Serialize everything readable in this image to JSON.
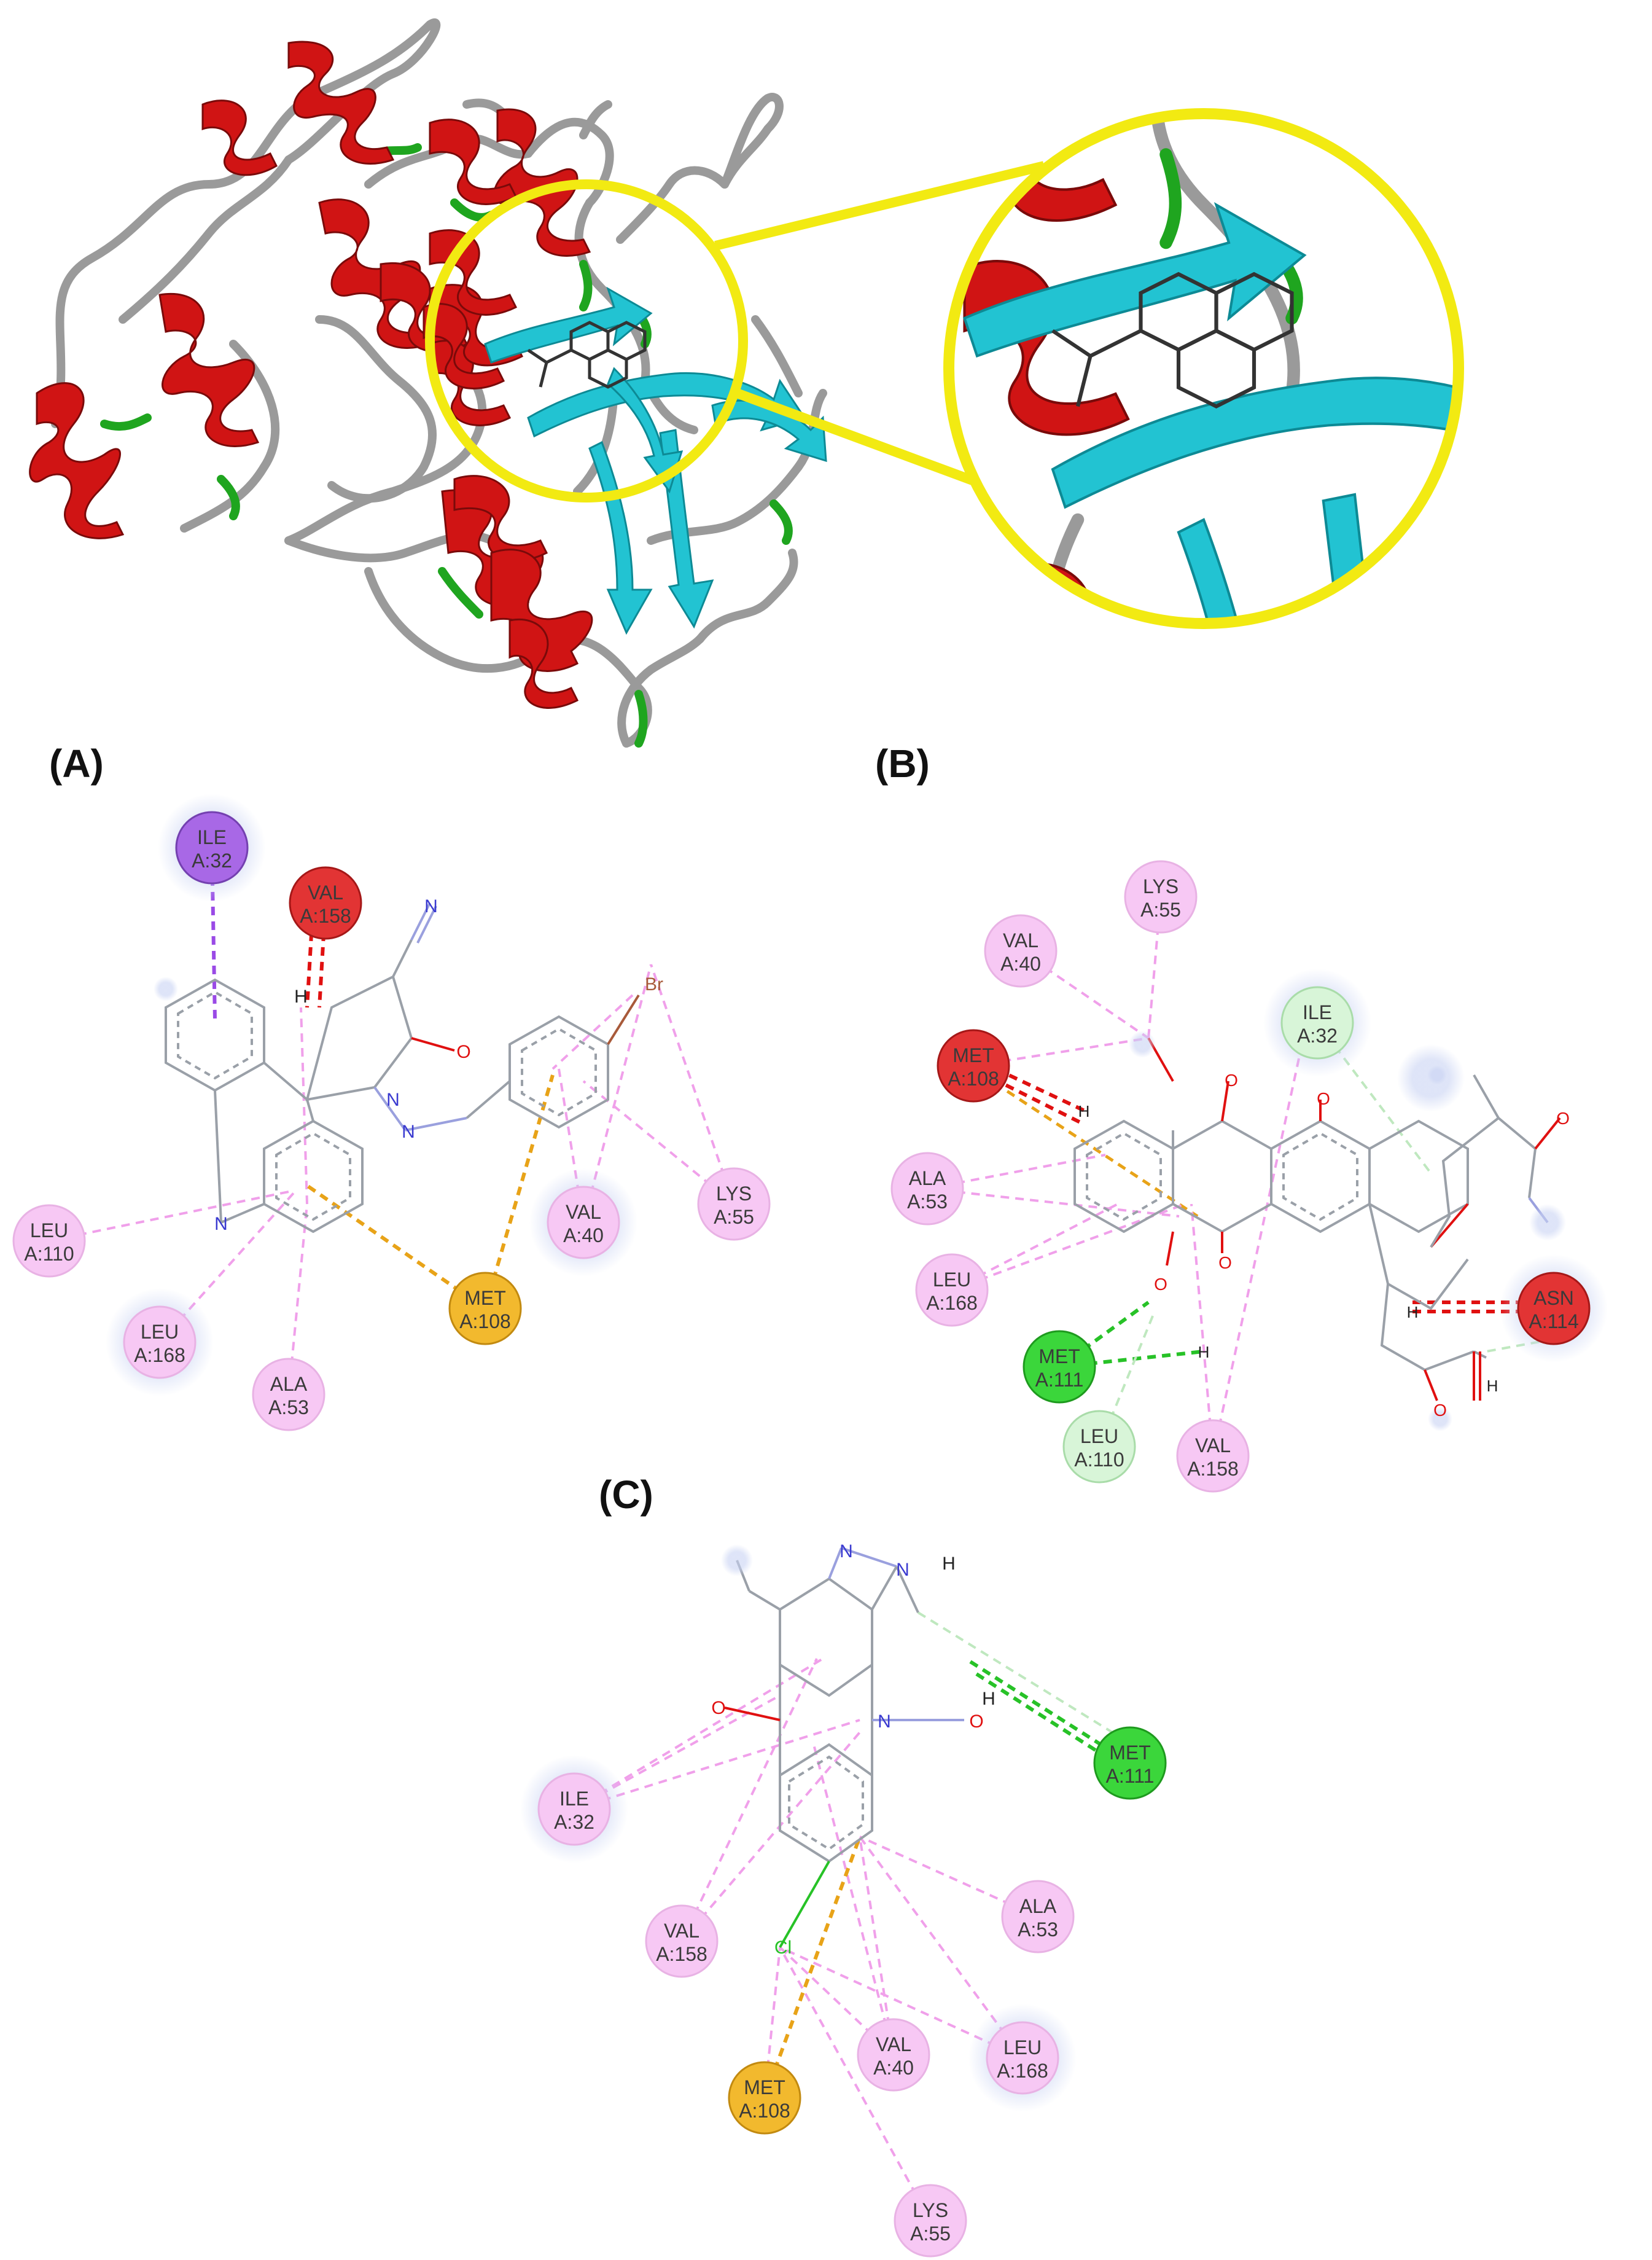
{
  "panel_labels": {
    "a": "(A)",
    "b": "(B)",
    "c": "(C)"
  },
  "colors": {
    "helix": "#d01414",
    "sheet": "#22c3d2",
    "coil": "#9a9a9a",
    "turn": "#1fa51f",
    "zoom_ring": "#f2ea12",
    "pink_res": "#f7c8f4",
    "red_res": "#e23434",
    "green_res": "#3bd63b",
    "pale_green_res": "#d8f5d8",
    "orange_res": "#f2b92e",
    "purple_res": "#a868e6",
    "hbond": "#27c227",
    "pi_alkyl": "#f0a0ea",
    "pi_sulfur": "#e8a318",
    "unfavorable": "#e01010",
    "pi_sigma": "#9a4ae6"
  },
  "panel_a": {
    "residues": [
      {
        "l1": "ILE",
        "l2": "A:32",
        "kind": "purple"
      },
      {
        "l1": "VAL",
        "l2": "A:158",
        "kind": "red"
      },
      {
        "l1": "LEU",
        "l2": "A:110",
        "kind": "pink"
      },
      {
        "l1": "LEU",
        "l2": "A:168",
        "kind": "pink"
      },
      {
        "l1": "ALA",
        "l2": "A:53",
        "kind": "pink"
      },
      {
        "l1": "MET",
        "l2": "A:108",
        "kind": "orange"
      },
      {
        "l1": "VAL",
        "l2": "A:40",
        "kind": "pink"
      },
      {
        "l1": "LYS",
        "l2": "A:55",
        "kind": "pink"
      }
    ],
    "atoms": {
      "n1": "N",
      "n2": "N",
      "n3": "N",
      "n4": "N",
      "o": "O",
      "h": "H",
      "br": "Br"
    }
  },
  "panel_b": {
    "residues": [
      {
        "l1": "LYS",
        "l2": "A:55",
        "kind": "pink"
      },
      {
        "l1": "VAL",
        "l2": "A:40",
        "kind": "pink"
      },
      {
        "l1": "ILE",
        "l2": "A:32",
        "kind": "palegreen"
      },
      {
        "l1": "MET",
        "l2": "A:108",
        "kind": "red"
      },
      {
        "l1": "ALA",
        "l2": "A:53",
        "kind": "pink"
      },
      {
        "l1": "LEU",
        "l2": "A:168",
        "kind": "pink"
      },
      {
        "l1": "MET",
        "l2": "A:111",
        "kind": "green"
      },
      {
        "l1": "LEU",
        "l2": "A:110",
        "kind": "palegreen"
      },
      {
        "l1": "VAL",
        "l2": "A:158",
        "kind": "pink"
      },
      {
        "l1": "ASN",
        "l2": "A:114",
        "kind": "red"
      }
    ],
    "atoms": {
      "o": "O",
      "h": "H"
    }
  },
  "panel_c": {
    "residues": [
      {
        "l1": "MET",
        "l2": "A:111",
        "kind": "green"
      },
      {
        "l1": "ILE",
        "l2": "A:32",
        "kind": "pink"
      },
      {
        "l1": "ALA",
        "l2": "A:53",
        "kind": "pink"
      },
      {
        "l1": "VAL",
        "l2": "A:158",
        "kind": "pink"
      },
      {
        "l1": "VAL",
        "l2": "A:40",
        "kind": "pink"
      },
      {
        "l1": "LEU",
        "l2": "A:168",
        "kind": "pink"
      },
      {
        "l1": "MET",
        "l2": "A:108",
        "kind": "orange"
      },
      {
        "l1": "LYS",
        "l2": "A:55",
        "kind": "pink"
      }
    ],
    "atoms": {
      "n": "N",
      "o": "O",
      "h": "H",
      "cl": "Cl"
    }
  }
}
